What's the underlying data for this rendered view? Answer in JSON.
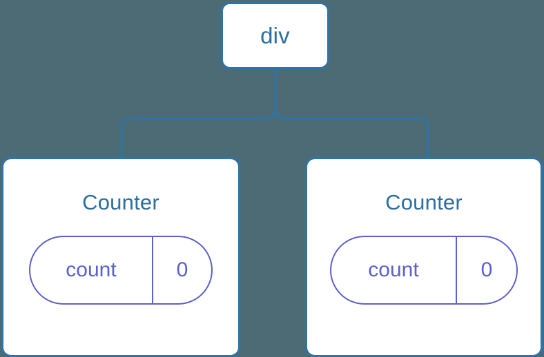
{
  "diagram": {
    "type": "component-tree",
    "background_color": "#4d6b75",
    "node_border_color": "#2d74a8",
    "node_text_color": "#2d6f9e",
    "state_color": "#5b5fd0",
    "connector_color": "#2d74a8",
    "root": {
      "label": "div"
    },
    "children": [
      {
        "title": "Counter",
        "state": {
          "key": "count",
          "value": "0"
        }
      },
      {
        "title": "Counter",
        "state": {
          "key": "count",
          "value": "0"
        }
      }
    ]
  }
}
